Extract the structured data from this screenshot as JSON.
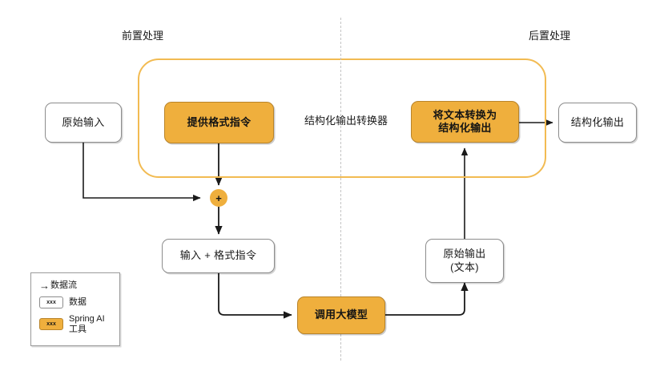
{
  "diagram": {
    "title": "结构化输出转换器",
    "phases": {
      "pre": "前置处理",
      "post": "后置处理"
    },
    "colors": {
      "tool_fill": "#efaf3d",
      "tool_stroke": "#b9842a",
      "container_stroke": "#f2bb52",
      "data_stroke": "#8c8c8c",
      "divider": "#c4c4c4",
      "wire": "#1a1a1a"
    },
    "nodes": {
      "raw_input": "原始输入",
      "format_instruction": "提供格式指令",
      "merge": "+",
      "input_plus_format": "输入 + 格式指令",
      "call_model": "调用大模型",
      "raw_output_line1": "原始输出",
      "raw_output_line2": "(文本)",
      "convert_line1": "将文本转换为",
      "convert_line2": "结构化输出",
      "structured_output": "结构化输出"
    },
    "legend": {
      "flow_arrow_glyph": "→",
      "flow_label": "数据流",
      "data_swatch": "xxx",
      "data_label": "数据",
      "tool_swatch": "xxx",
      "tool_label_line1": "Spring AI",
      "tool_label_line2": "工具"
    }
  }
}
